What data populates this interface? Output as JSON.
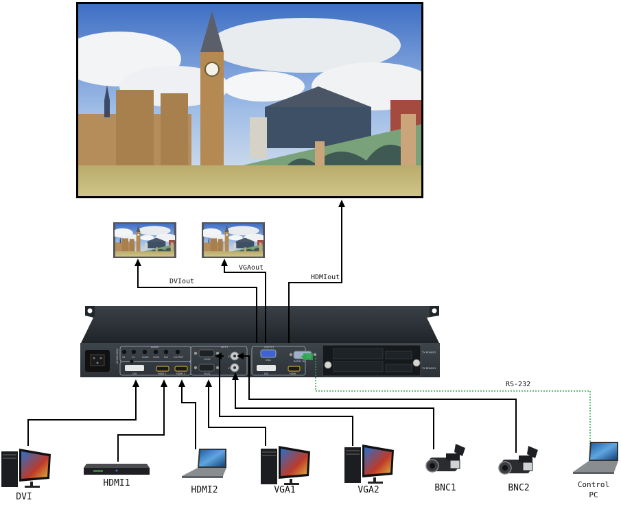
{
  "diagram": {
    "title": "Video processor connection diagram",
    "output_links": [
      {
        "id": "dvi-out",
        "label": "DVIout"
      },
      {
        "id": "vga-out",
        "label": "VGAout"
      },
      {
        "id": "hdmi-out",
        "label": "HDMIout"
      }
    ],
    "control_link": {
      "label": "RS-232",
      "color": "#2aa84a"
    },
    "wire_color": "#000000",
    "processor": {
      "audio_group": "AUDIO",
      "audio_ports": [
        "V2",
        "V1",
        "VGA2",
        "VGA1",
        "DVI",
        "OUTPUT"
      ],
      "input_group": "INPUT",
      "output_group": "OUTPUT",
      "ports": {
        "dvi_in": "DVI",
        "hdmi1": "HDMI 1",
        "hdmi2": "HDMI 2",
        "vga2": "VGA2",
        "vga1": "VGA1",
        "v2": "V2",
        "v1": "V1",
        "vga_out": "VGA",
        "dvi_out": "DVI",
        "hdmi_out": "HDMI",
        "rs232": "RS232 IN",
        "power": "AC100-240V",
        "tx2": "TX BOARD2",
        "tx1": "TX BOARD1"
      }
    },
    "sources": [
      {
        "id": "dvi",
        "label": "DVI",
        "icon": "desktop-pc-icon"
      },
      {
        "id": "hdmi1",
        "label": "HDMI1",
        "icon": "set-top-box-icon"
      },
      {
        "id": "hdmi2",
        "label": "HDMI2",
        "icon": "laptop-icon"
      },
      {
        "id": "vga1",
        "label": "VGA1",
        "icon": "desktop-pc-icon"
      },
      {
        "id": "vga2",
        "label": "VGA2",
        "icon": "desktop-pc-icon"
      },
      {
        "id": "bnc1",
        "label": "BNC1",
        "icon": "camcorder-icon"
      },
      {
        "id": "bnc2",
        "label": "BNC2",
        "icon": "camcorder-icon"
      }
    ],
    "control_pc": {
      "label_line1": "Control",
      "label_line2": "PC",
      "icon": "laptop-icon"
    }
  }
}
